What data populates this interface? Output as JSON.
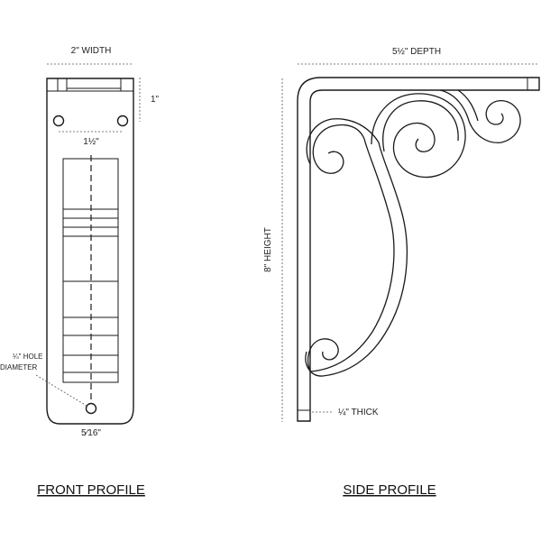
{
  "front": {
    "width_label": "2\" WIDTH",
    "top_height_label": "1\"",
    "hole_spacing_label": "1½\"",
    "hole_diameter_label_line1": "¼\" HOLE",
    "hole_diameter_label_line2": "DIAMETER",
    "bottom_hole_offset_label": "5⁄16\"",
    "title": "FRONT PROFILE"
  },
  "side": {
    "depth_label": "5½\" DEPTH",
    "height_label": "8\" HEIGHT",
    "thickness_label": "¼\" THICK",
    "title": "SIDE PROFILE"
  }
}
